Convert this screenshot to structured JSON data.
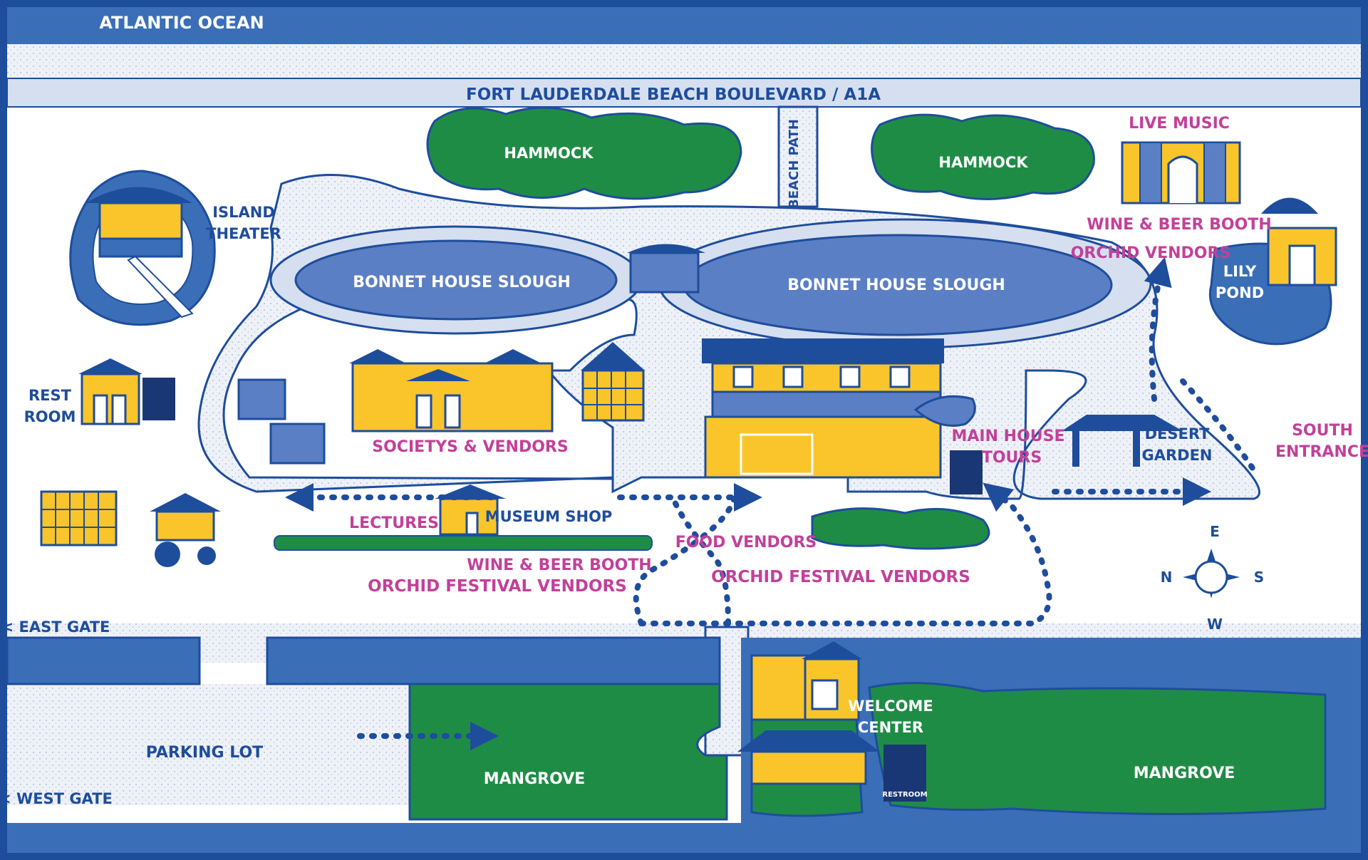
{
  "colors": {
    "water": "#3a6fb8",
    "path_fill": "#eef1f7",
    "outline": "#1e4d9c",
    "building": "#f9c52b",
    "garden": "#1f8c46",
    "slough": "#5b7fc4",
    "slough_edge": "#d6dff0",
    "pink_text": "#c2409a",
    "border": "#1e4d9c"
  },
  "labels": {
    "ocean": "ATLANTIC OCEAN",
    "boulevard": "FORT LAUDERDALE BEACH BOULEVARD / A1A",
    "beach_path": "BEACH PATH",
    "hammock_left": "HAMMOCK",
    "hammock_right": "HAMMOCK",
    "live_music": "LIVE MUSIC",
    "wine_beer_top": "WINE & BEER BOOTH",
    "orchid_vendors_top": "ORCHID VENDORS",
    "lily_pond_1": "LILY",
    "lily_pond_2": "POND",
    "island_theater_1": "ISLAND",
    "island_theater_2": "THEATER",
    "slough_left": "BONNET HOUSE SLOUGH",
    "slough_right": "BONNET HOUSE SLOUGH",
    "rest_room_1": "REST",
    "rest_room_2": "ROOM",
    "societies_vendors": "SOCIETYS & VENDORS",
    "main_house_1": "MAIN HOUSE",
    "main_house_2": "TOURS",
    "desert_garden_1": "DESERT",
    "desert_garden_2": "GARDEN",
    "south_entrance_1": "SOUTH",
    "south_entrance_2": "ENTRANCE",
    "lectures": "LECTURES",
    "museum_shop": "MUSEUM SHOP",
    "wine_beer_mid": "WINE & BEER BOOTH",
    "orchid_festival_left": "ORCHID FESTIVAL VENDORS",
    "food_vendors": "FOOD VENDORS",
    "orchid_festival_right": "ORCHID FESTIVAL VENDORS",
    "east_gate": "< EAST GATE",
    "west_gate": "< WEST GATE",
    "parking_lot": "PARKING LOT",
    "mangrove_left": "MANGROVE",
    "mangrove_right": "MANGROVE",
    "welcome_1": "WELCOME",
    "welcome_2": "CENTER",
    "restroom_sign": "RESTROOM"
  },
  "compass": {
    "north": "N",
    "south": "S",
    "east": "E",
    "west": "W"
  }
}
